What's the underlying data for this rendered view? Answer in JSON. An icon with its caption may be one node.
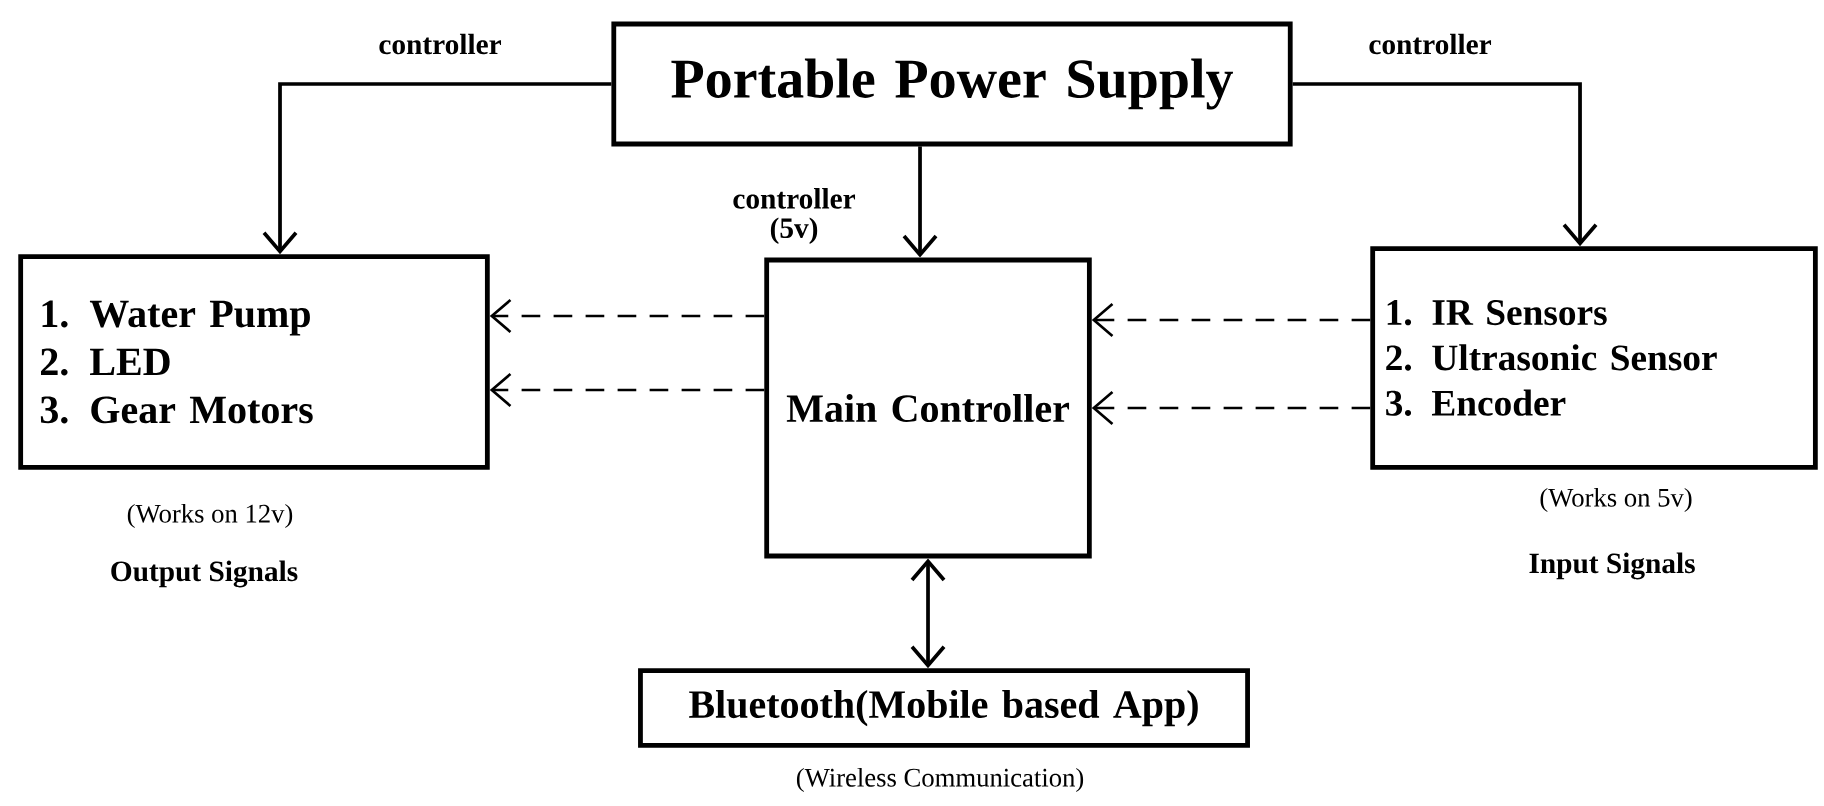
{
  "diagram": {
    "nodes": [
      {
        "text": [
          "Portable Power Supply"
        ]
      },
      {
        "text": [
          "1. Water Pump",
          "2. LED",
          "3. Gear Motors"
        ],
        "beside": [
          "(Works on 12v)",
          "Output Signals"
        ]
      },
      {
        "text": [
          "Main Controller"
        ]
      },
      {
        "text": [
          "1. IR Sensors",
          "2. Ultrasonic Sensor",
          "3. Encoder"
        ],
        "beside": [
          "(Works on 5v)",
          "Input Signals"
        ]
      },
      {
        "text": [
          "Bluetooth(Mobile based App)"
        ],
        "beside": [
          "(Wireless Communication)"
        ]
      }
    ],
    "edges": [
      {
        "from": 0,
        "to": 1,
        "arrow": "to",
        "label": "controller"
      },
      {
        "from": 0,
        "to": 3,
        "arrow": "to",
        "label": "controller"
      },
      {
        "from": 0,
        "to": 2,
        "arrow": "to",
        "label": "controller (5v)"
      },
      {
        "from": 2,
        "to": 1,
        "arrow": "to",
        "style": "dashed"
      },
      {
        "from": 2,
        "to": 1,
        "arrow": "to",
        "style": "dashed"
      },
      {
        "from": 3,
        "to": 2,
        "arrow": "to",
        "style": "dashed"
      },
      {
        "from": 3,
        "to": 2,
        "arrow": "to",
        "style": "dashed"
      },
      {
        "from": 2,
        "to": 4,
        "arrow": "both"
      }
    ]
  }
}
